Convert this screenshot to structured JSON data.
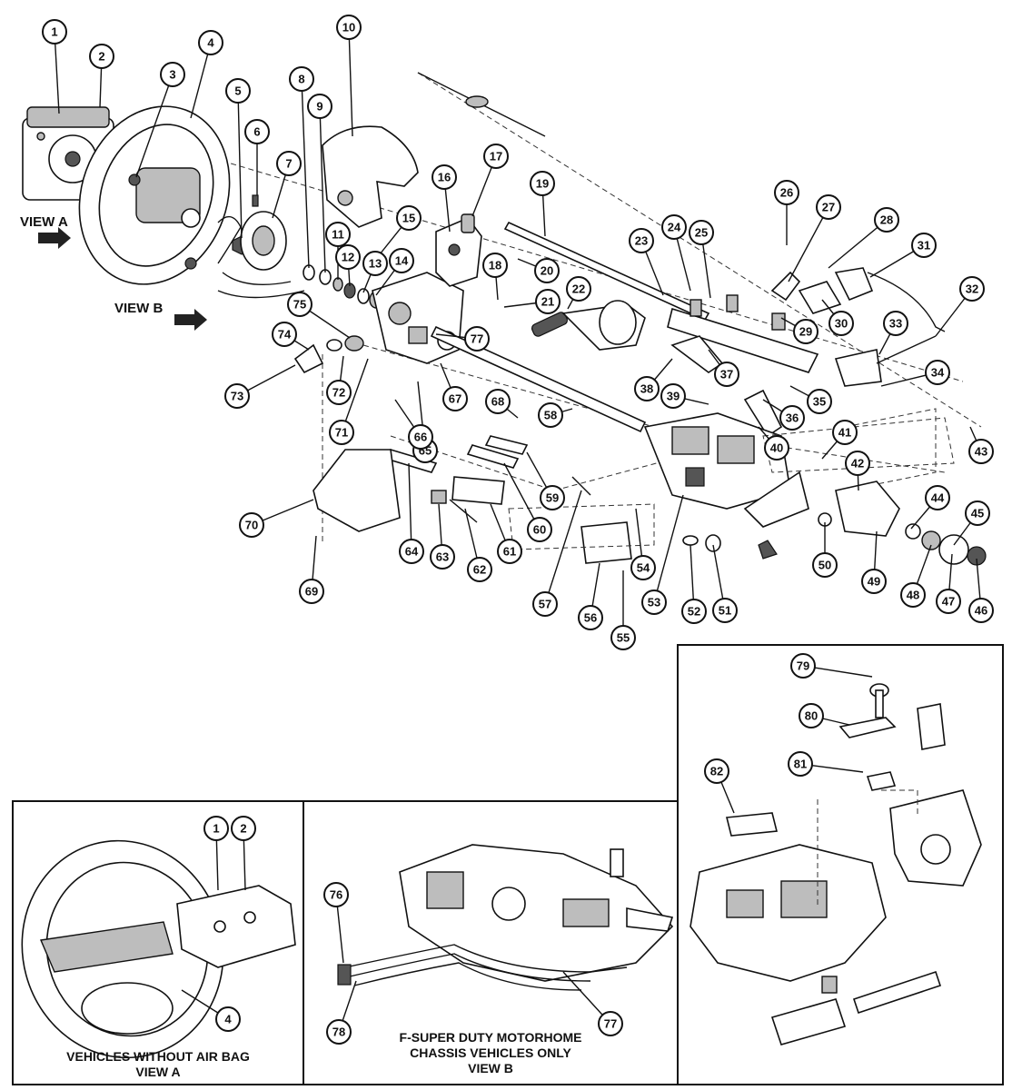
{
  "view_labels": {
    "view_a": "VIEW A",
    "view_b": "VIEW B"
  },
  "panels": {
    "no_airbag": {
      "caption_line1": "VEHICLES WITHOUT AIR BAG",
      "caption_line2": "VIEW A"
    },
    "motorhome": {
      "caption_line1": "F-SUPER DUTY MOTORHOME",
      "caption_line2": "CHASSIS VEHICLES ONLY",
      "caption_line3": "VIEW B"
    }
  },
  "callouts": [
    "1",
    "2",
    "3",
    "4",
    "5",
    "6",
    "7",
    "8",
    "9",
    "10",
    "11",
    "12",
    "13",
    "14",
    "15",
    "16",
    "17",
    "18",
    "19",
    "20",
    "21",
    "22",
    "23",
    "24",
    "25",
    "26",
    "27",
    "28",
    "29",
    "30",
    "31",
    "32",
    "33",
    "34",
    "35",
    "36",
    "37",
    "38",
    "39",
    "40",
    "41",
    "42",
    "43",
    "44",
    "45",
    "46",
    "47",
    "48",
    "49",
    "50",
    "51",
    "52",
    "53",
    "54",
    "55",
    "56",
    "57",
    "58",
    "59",
    "60",
    "61",
    "62",
    "63",
    "64",
    "65",
    "66",
    "67",
    "68",
    "69",
    "70",
    "71",
    "72",
    "73",
    "74",
    "75",
    "77",
    "1",
    "2",
    "4",
    "76",
    "78",
    "77",
    "79",
    "80",
    "81",
    "82"
  ]
}
